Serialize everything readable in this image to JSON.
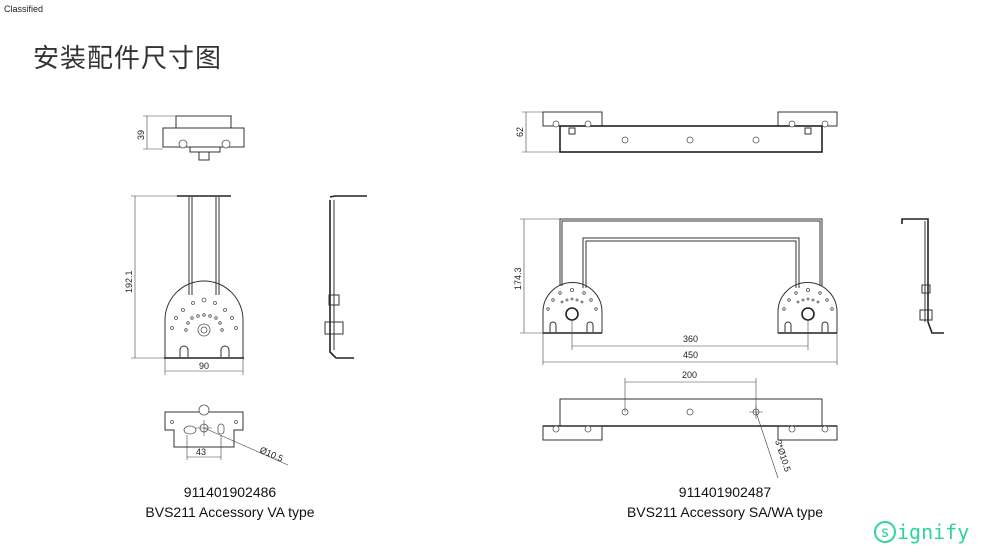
{
  "header": {
    "classification": "Classified",
    "title": "安装配件尺寸图"
  },
  "left_drawing": {
    "dimensions": {
      "top_height": "39",
      "height": "192.1",
      "width": "90",
      "hole_spacing": "43",
      "hole_diameter": "Ø10.5"
    },
    "part_number": "911401902486",
    "description": "BVS211 Accessory VA type"
  },
  "right_drawing": {
    "dimensions": {
      "top_height": "62",
      "height": "174.3",
      "inner_width": "360",
      "width": "450",
      "hole_spacing": "200",
      "hole_diameter": "3*Ø10.5"
    },
    "part_number": "911401902487",
    "description": "BVS211 Accessory SA/WA type"
  },
  "logo": {
    "text": "signify",
    "color": "#2fd49a"
  }
}
